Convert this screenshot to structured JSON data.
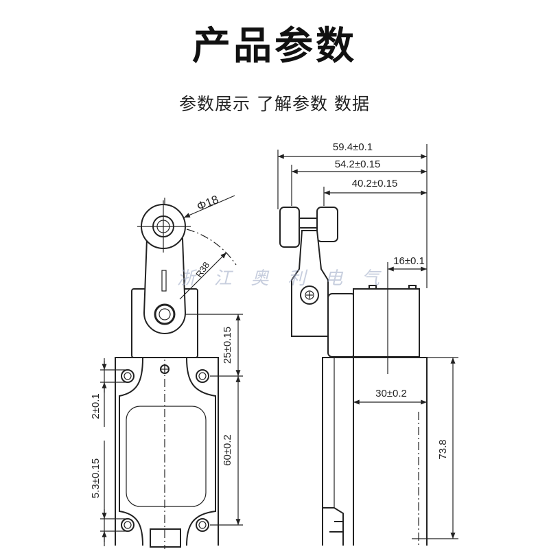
{
  "title": "产品参数",
  "subtitle": "参数展示 了解参数 数据",
  "watermark": "浙 江 奥 利 电 气",
  "front_view": {
    "roller_diameter": "Φ18",
    "arm_radius": "R38",
    "pivot_to_hole": "25±0.15",
    "hole_spacing": "60±0.2",
    "top_hole_offset": "2±0.1",
    "bottom_hole_offset": "5.3±0.15"
  },
  "side_view": {
    "overall_width": "59.4±0.1",
    "roller_width": "54.2±0.15",
    "pivot_width": "40.2±0.15",
    "head_step": "16±0.1",
    "body_depth": "30±0.2",
    "body_height": "73.8"
  },
  "colors": {
    "line": "#222222",
    "watermark": "#9aa7c4",
    "background": "#ffffff"
  }
}
